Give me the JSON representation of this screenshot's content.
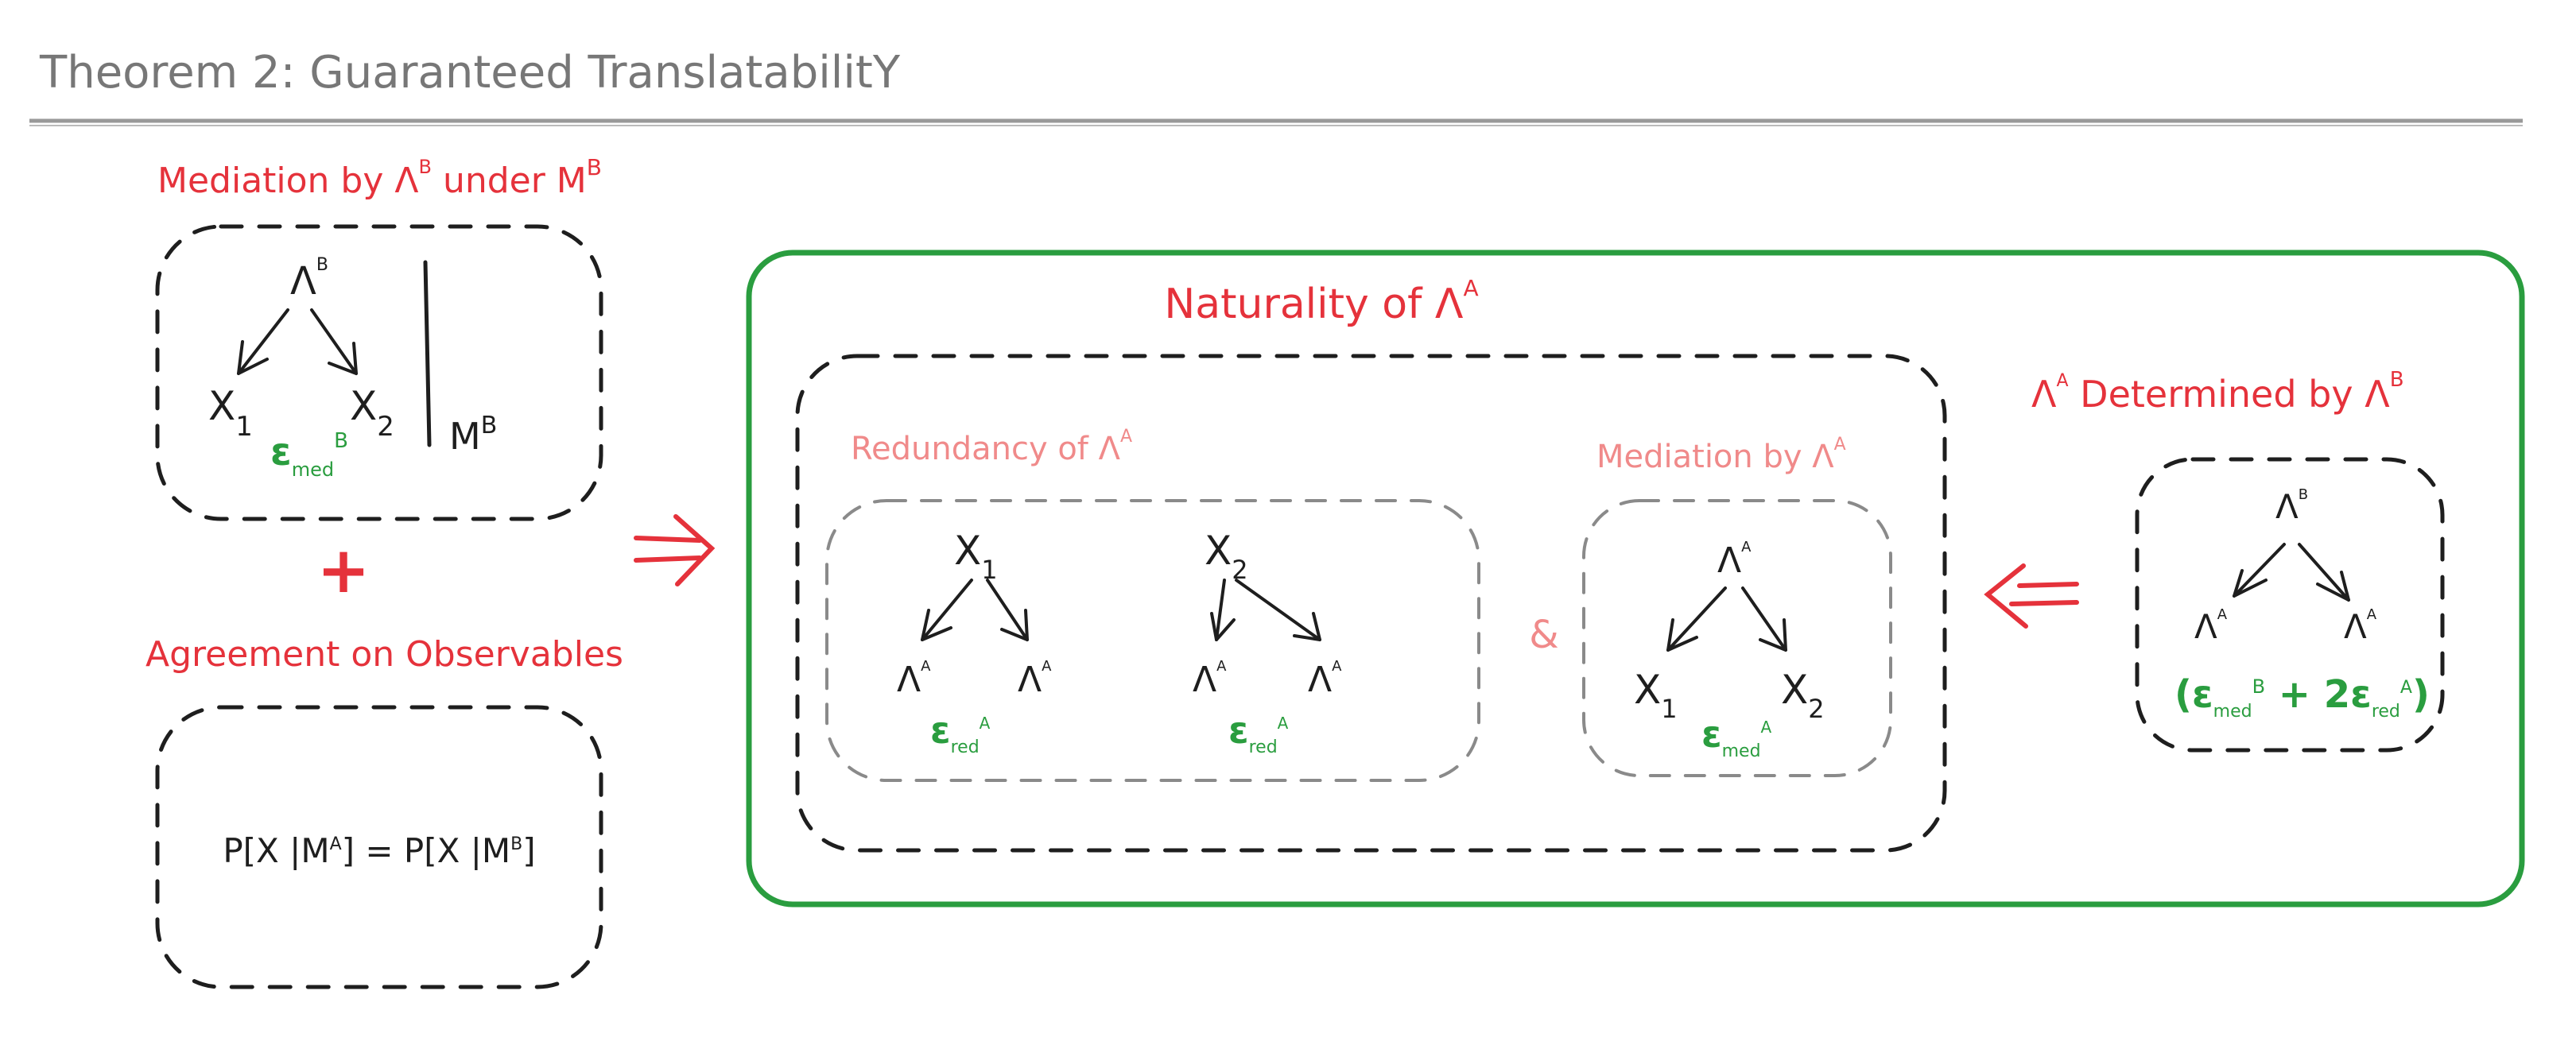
{
  "title": "Theorem 2:  Guaranteed TranslatabilitY",
  "colors": {
    "heading": "#e5323b",
    "subheading": "#f08a8a",
    "epsilon": "#2a9d3f",
    "frame": "#2a9d3f",
    "title": "#777777"
  },
  "left": {
    "heading": {
      "pre": "Mediation by Λ",
      "sup1": "B",
      "mid": " under M",
      "sup2": "B"
    },
    "dag": {
      "top": "Λ",
      "top_sup": "B",
      "x1": "X",
      "x1_sub": "1",
      "x2": "X",
      "x2_sub": "2",
      "cond": "M",
      "cond_sup": "B",
      "eps": "ε",
      "eps_sub": "med",
      "eps_sup": "B"
    },
    "plus": "+",
    "agreement_heading": "Agreement on Observables",
    "equation": {
      "p1": "P[X |M",
      "s1": "A",
      "p2": "] = P[X |M",
      "s2": "B",
      "p3": "]"
    }
  },
  "implies_right": "⇒",
  "naturality": {
    "heading": {
      "pre": "Naturality of Λ",
      "sup": "A"
    },
    "redundancy": {
      "heading": {
        "pre": "Redundancy of Λ",
        "sup": "A"
      },
      "dag1": {
        "top": "X",
        "top_sub": "1",
        "left": "Λ",
        "left_sup": "A",
        "right": "Λ",
        "right_sup": "A",
        "eps": "ε",
        "eps_sub": "red",
        "eps_sup": "A"
      },
      "dag2": {
        "top": "X",
        "top_sub": "2",
        "left": "Λ",
        "left_sup": "A",
        "right": "Λ",
        "right_sup": "A",
        "eps": "ε",
        "eps_sub": "red",
        "eps_sup": "A"
      }
    },
    "and": "&",
    "mediation": {
      "heading": {
        "pre": "Mediation by Λ",
        "sup": "A"
      },
      "dag": {
        "top": "Λ",
        "top_sup": "A",
        "x1": "X",
        "x1_sub": "1",
        "x2": "X",
        "x2_sub": "2",
        "eps": "ε",
        "eps_sub": "med",
        "eps_sup": "A"
      }
    }
  },
  "implies_left": "⇐",
  "determined": {
    "heading": {
      "pre": "Λ",
      "sup1": "A",
      "mid": " Determined by Λ",
      "sup2": "B"
    },
    "dag": {
      "top": "Λ",
      "top_sup": "B",
      "left": "Λ",
      "left_sup": "A",
      "right": "Λ",
      "right_sup": "A"
    },
    "bound": {
      "open": "(ε",
      "sub1": "med",
      "sup1": "B",
      "plus": " + 2ε",
      "sub2": "red",
      "sup2": "A",
      "close": ")"
    }
  }
}
